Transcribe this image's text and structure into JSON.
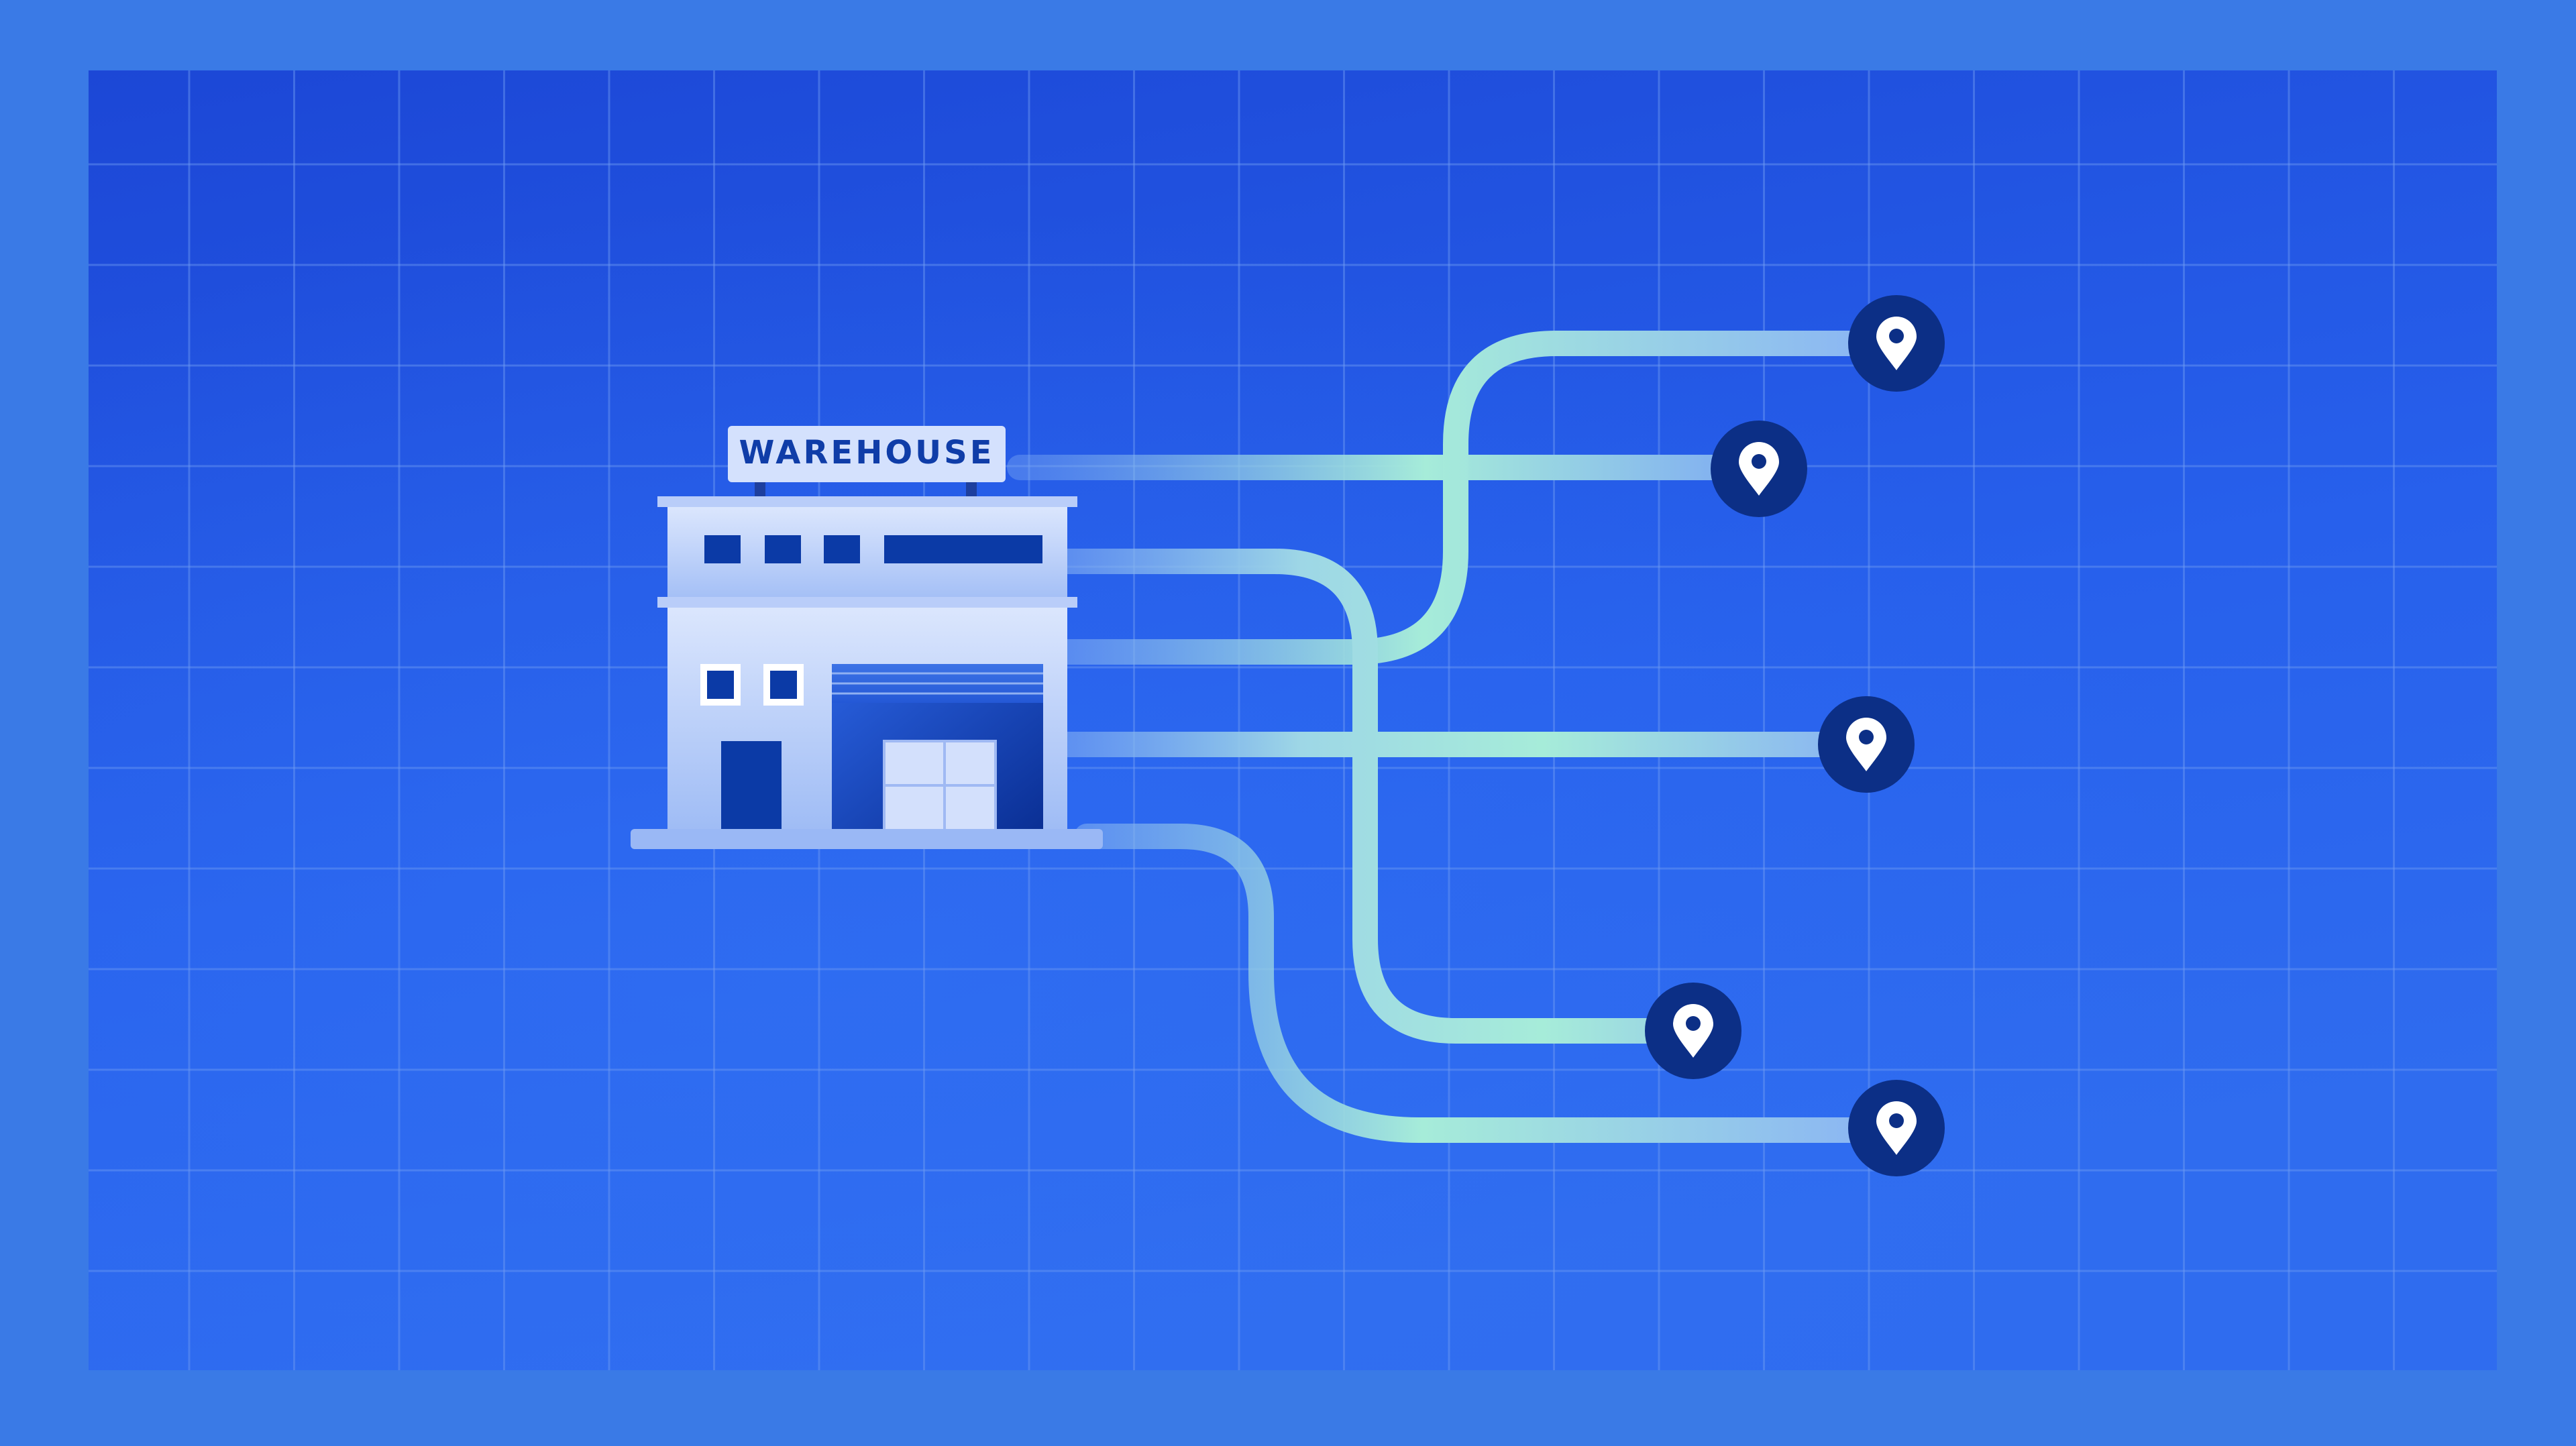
{
  "warehouse": {
    "sign_label": "WAREHOUSE"
  },
  "colors": {
    "outer_background": "#3a7ae6",
    "grid_panel_top": "#1d49d8",
    "grid_panel_bottom": "#2f6cef",
    "grid_line": "#5b8cf0",
    "route_blue": "#7eaaf3",
    "route_mint": "#a6ecd9",
    "pin_circle": "#0c2f86",
    "pin_glyph": "#ffffff",
    "building_light": "#c6d8fb",
    "building_mid": "#a9c4f7",
    "building_dark": "#0a3aa8",
    "sign_text": "#0f3da8"
  },
  "diagram": {
    "hub": "warehouse",
    "routes": [
      {
        "id": "route-1",
        "destination": "pin-1"
      },
      {
        "id": "route-2",
        "destination": "pin-2"
      },
      {
        "id": "route-3",
        "destination": "pin-3"
      },
      {
        "id": "route-4",
        "destination": "pin-4"
      },
      {
        "id": "route-5",
        "destination": "pin-5"
      }
    ],
    "destinations": [
      {
        "id": "pin-1",
        "icon": "location-pin-icon"
      },
      {
        "id": "pin-2",
        "icon": "location-pin-icon"
      },
      {
        "id": "pin-3",
        "icon": "location-pin-icon"
      },
      {
        "id": "pin-4",
        "icon": "location-pin-icon"
      },
      {
        "id": "pin-5",
        "icon": "location-pin-icon"
      }
    ]
  }
}
